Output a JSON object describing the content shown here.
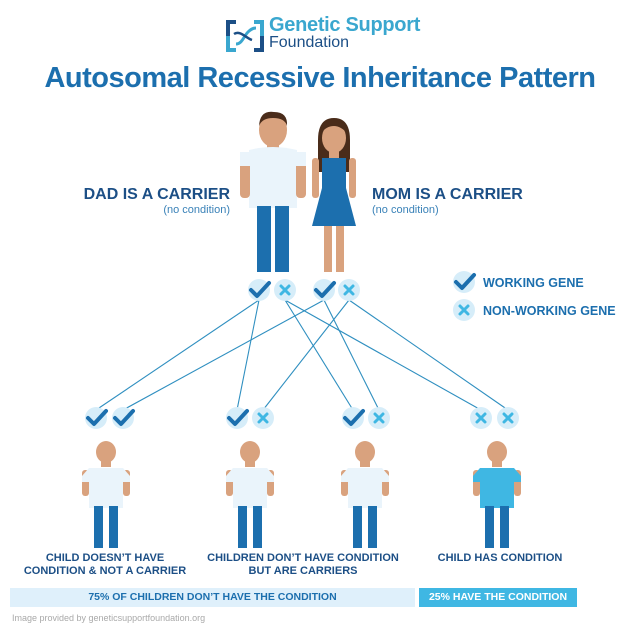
{
  "logo": {
    "line1": "Genetic Support",
    "line2": "Foundation"
  },
  "title": "Autosomal Recessive Inheritance Pattern",
  "parents": {
    "dad": {
      "label": "DAD IS A CARRIER",
      "sub": "(no condition)"
    },
    "mom": {
      "label": "MOM IS A CARRIER",
      "sub": "(no condition)"
    }
  },
  "legend": {
    "working": "WORKING GENE",
    "non_working": "NON-WORKING GENE"
  },
  "children_labels": {
    "no_condition_not_carrier": "CHILD DOESN’T HAVE\nCONDITION & NOT A CARRIER",
    "carriers": "CHILDREN DON’T HAVE CONDITION\nBUT ARE CARRIERS",
    "has_condition": "CHILD HAS CONDITION"
  },
  "summary": {
    "no_condition": "75% OF CHILDREN DON’T HAVE THE CONDITION",
    "has_condition": "25% HAVE THE CONDITION"
  },
  "credit": "Image provided by geneticsupportfoundation.org",
  "colors": {
    "dark_blue": "#1c4f86",
    "brand_blue": "#1c6fae",
    "light_blue": "#3fb7e3",
    "check_circle": "#d6edf9",
    "skin": "#d9a27e",
    "shirt_light": "#eaf4fb",
    "pants": "#1c6fae"
  },
  "icons": {
    "check": "check-icon",
    "cross": "cross-icon"
  }
}
